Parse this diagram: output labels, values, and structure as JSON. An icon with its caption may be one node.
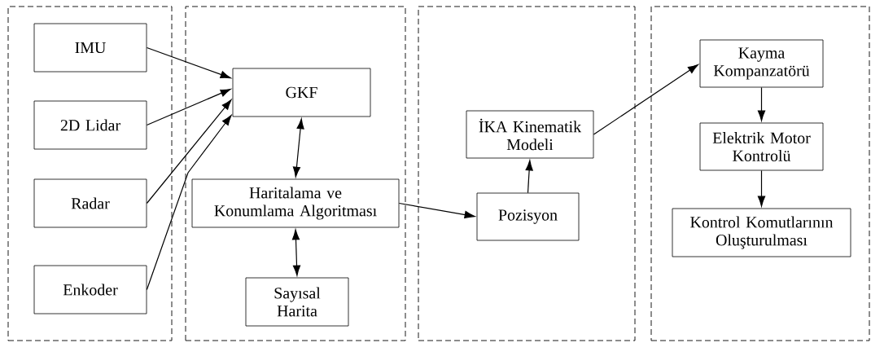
{
  "diagram": {
    "nodes": [
      {
        "text": [],
        "shape": "box"
      },
      {
        "text": [
          "IMU"
        ],
        "in": 0
      },
      {
        "text": [
          "2D Lidar"
        ],
        "in": 0
      },
      {
        "text": [
          "Radar"
        ],
        "in": 0
      },
      {
        "text": [
          "Enkoder"
        ],
        "in": 0
      },
      {
        "text": [],
        "shape": "box"
      },
      {
        "text": [
          "GKF"
        ],
        "in": 5
      },
      {
        "text": [
          "Haritalama ve Konumlama Algoritması"
        ],
        "in": 5
      },
      {
        "text": [
          "Sayısal Harita"
        ],
        "in": 5
      },
      {
        "text": [],
        "shape": "box"
      },
      {
        "text": [
          "İKA Kinematik Modeli"
        ],
        "in": 9
      },
      {
        "text": [
          "Pozisyon"
        ],
        "in": 9
      },
      {
        "text": [],
        "shape": "box"
      },
      {
        "text": [
          "Kayma Kompanzatörü"
        ],
        "in": 12
      },
      {
        "text": [
          "Elektrik Motor Kontrolü"
        ],
        "in": 12
      },
      {
        "text": [
          "Kontrol Komutlarının Oluşturulması"
        ],
        "in": 12
      }
    ],
    "edges": [
      {
        "from": 1,
        "to": 6,
        "arrow": "to"
      },
      {
        "from": 2,
        "to": 6,
        "arrow": "to"
      },
      {
        "from": 3,
        "to": 6,
        "arrow": "to"
      },
      {
        "from": 4,
        "to": 6,
        "arrow": "to"
      },
      {
        "from": 6,
        "to": 7,
        "arrow": "both"
      },
      {
        "from": 7,
        "to": 8,
        "arrow": "both"
      },
      {
        "from": 7,
        "to": 11,
        "arrow": "to"
      },
      {
        "from": 11,
        "to": 10,
        "arrow": "to"
      },
      {
        "from": 10,
        "to": 13,
        "arrow": "to"
      },
      {
        "from": 13,
        "to": 14,
        "arrow": "to"
      },
      {
        "from": 14,
        "to": 15,
        "arrow": "to"
      }
    ]
  }
}
